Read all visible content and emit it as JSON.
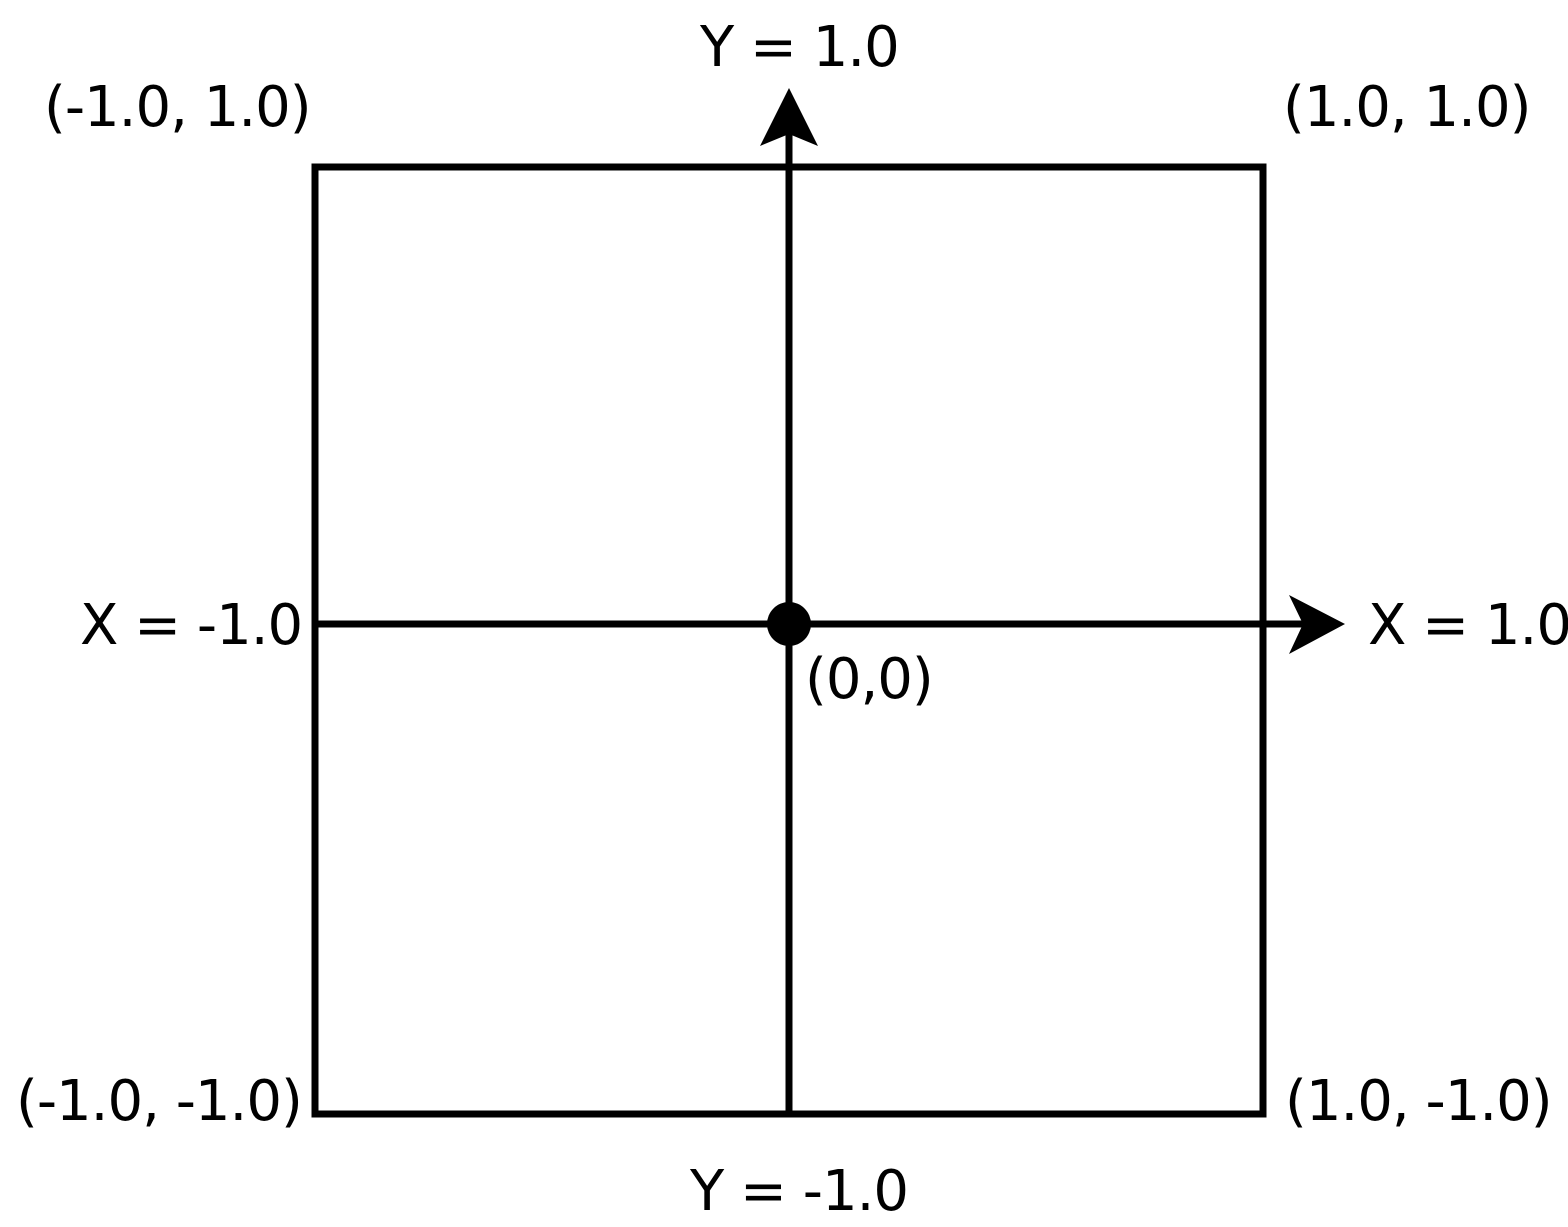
{
  "diagram": {
    "type": "coordinate-square",
    "colors": {
      "stroke": "#000000",
      "background": "#ffffff"
    },
    "square": {
      "x_min": -1.0,
      "x_max": 1.0,
      "y_min": -1.0,
      "y_max": 1.0
    },
    "labels": {
      "top_axis": "Y = 1.0",
      "bottom_axis": "Y = -1.0",
      "left_axis": "X = -1.0",
      "right_axis": "X = 1.0",
      "origin": "(0,0)",
      "corner_top_left": "(-1.0, 1.0)",
      "corner_top_right": "(1.0, 1.0)",
      "corner_bottom_left": "(-1.0, -1.0)",
      "corner_bottom_right": "(1.0, -1.0)"
    },
    "axes": [
      {
        "name": "x-axis",
        "direction": "right",
        "arrow": true
      },
      {
        "name": "y-axis",
        "direction": "up",
        "arrow": true
      }
    ],
    "points": [
      {
        "label": "(0,0)",
        "x": 0,
        "y": 0,
        "marker": "filled-circle"
      }
    ]
  }
}
